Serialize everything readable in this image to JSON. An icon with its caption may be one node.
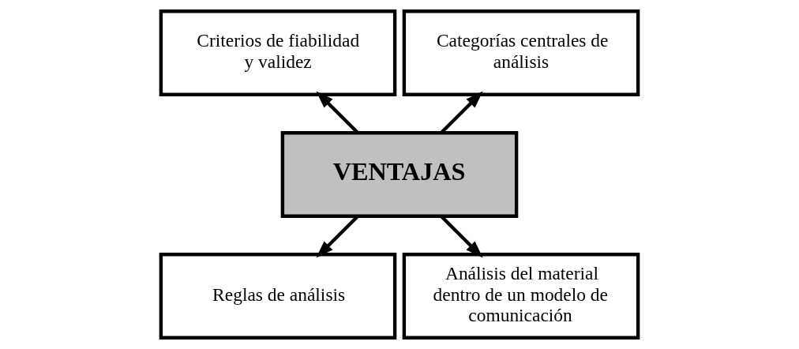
{
  "diagram": {
    "nodes": [
      {
        "text": [
          "VENTAJAS"
        ]
      },
      {
        "text": [
          "Categorías centrales de análisis"
        ]
      },
      {
        "text": [
          "Criterios de fiabilidad y validez"
        ]
      },
      {
        "text": [
          "Reglas de análisis"
        ]
      },
      {
        "text": [
          "Análisis del material dentro de un modelo de comunicación"
        ]
      }
    ],
    "edges": [
      {
        "from": 0,
        "to": 1,
        "arrow": "to"
      },
      {
        "from": 0,
        "to": 2,
        "arrow": "to"
      },
      {
        "from": 0,
        "to": 3,
        "arrow": "to"
      },
      {
        "from": 0,
        "to": 4,
        "arrow": "to"
      }
    ]
  }
}
